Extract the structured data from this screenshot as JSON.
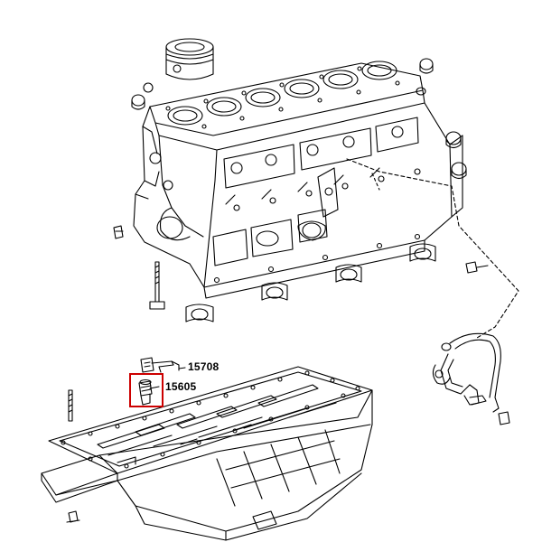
{
  "parts": [
    {
      "id": "15708",
      "label": "15708",
      "highlighted": false
    },
    {
      "id": "15605",
      "label": "15605",
      "highlighted": true
    }
  ],
  "colors": {
    "line": "#000000",
    "background": "#ffffff",
    "highlight": "#cc0000"
  }
}
